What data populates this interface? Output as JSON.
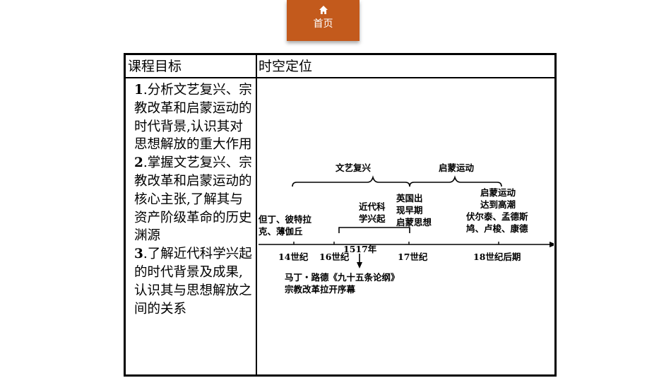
{
  "nav": {
    "home_label": "首页",
    "home_icon": "home-icon"
  },
  "table": {
    "col1_header": "课程目标",
    "col2_header": "时空定位",
    "goals": [
      {
        "num": "1",
        "text": ".分析文艺复兴、宗教改革和启蒙运动的时代背景,认识其对思想解放的重大作用"
      },
      {
        "num": "2",
        "text": ".掌握文艺复兴、宗教改革和启蒙运动的核心主张,了解其与资产阶级革命的历史渊源"
      },
      {
        "num": "3",
        "text": ".了解近代科学兴起的时代背景及成果,认识其与思想解放之间的关系"
      }
    ]
  },
  "timeline": {
    "bracket_renaissance": "文艺复兴",
    "bracket_enlightenment": "启蒙运动",
    "event_petrarch": [
      "但丁、彼特拉",
      "克、薄伽丘"
    ],
    "event_science": [
      "近代科",
      "学兴起"
    ],
    "event_england": [
      "英国出",
      "现早期",
      "启蒙思想"
    ],
    "event_peak": [
      "启蒙运动",
      "达到高潮"
    ],
    "event_thinkers": [
      "伏尔泰、孟德斯",
      "鸠、卢梭、康德"
    ],
    "tick_14": "14世纪",
    "tick_16": "16世纪",
    "tick_1517": "1517年",
    "tick_17": "17世纪",
    "tick_18": "18世纪后期",
    "luther": [
      "马丁・路德《九十五条论纲》",
      "宗教改革拉开序幕"
    ]
  }
}
